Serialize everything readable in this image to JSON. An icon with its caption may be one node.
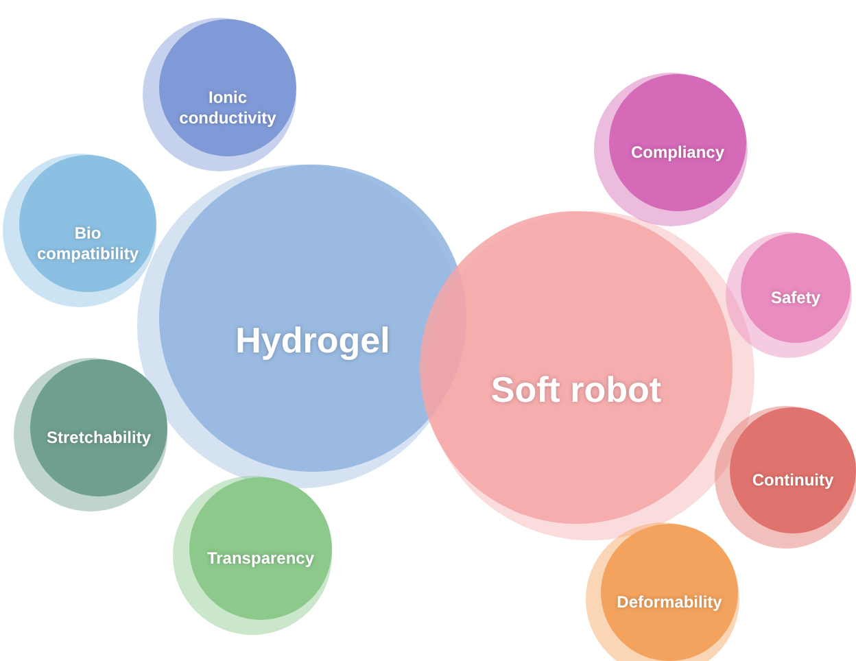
{
  "diagram": {
    "nodes": [
      {
        "text": [
          "Ionic conductivity"
        ]
      },
      {
        "text": [
          "Compliancy"
        ]
      },
      {
        "text": [
          "Bio compatibility"
        ]
      },
      {
        "text": [
          "Safety"
        ]
      },
      {
        "text": [
          "Hydrogel"
        ]
      },
      {
        "text": [
          "Soft robot"
        ]
      },
      {
        "text": [
          "Stretchability"
        ]
      },
      {
        "text": [
          "Continuity"
        ]
      },
      {
        "text": [
          "Transparency"
        ]
      },
      {
        "text": [
          "Deformability"
        ]
      }
    ],
    "edges": []
  }
}
